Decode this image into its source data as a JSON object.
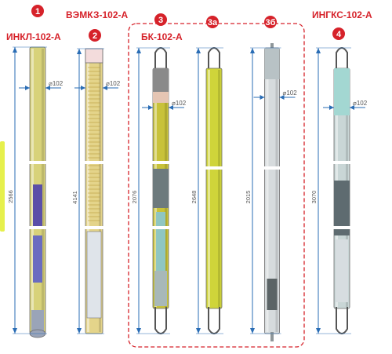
{
  "accent_color": "#d6222a",
  "dimension_color": "#2a6db5",
  "dimension_text_color": "#555555",
  "group_border_color": "#d6222a",
  "side_tab_color": "#e6f04c",
  "tools": [
    {
      "number": "1",
      "name": "ИНКЛ-102-А",
      "length": "2566",
      "diameter": "⌀102",
      "body_color": "#d8d27a"
    },
    {
      "number": "2",
      "name": "ВЭМКЗ-102-А",
      "length": "4141",
      "diameter": "⌀102",
      "body_color": "#e4d48a"
    },
    {
      "number": "3",
      "name": "БК-102-А",
      "length": "2076",
      "diameter": "⌀102",
      "body_color": "#c8c23a"
    },
    {
      "number": "3а",
      "name": "",
      "length": "2648",
      "diameter": "",
      "body_color": "#cfd43a"
    },
    {
      "number": "3б",
      "name": "",
      "length": "2015",
      "diameter": "⌀102",
      "body_color": "#d6dbdd"
    },
    {
      "number": "4",
      "name": "ИНГКС-102-А",
      "length": "3070",
      "diameter": "⌀102",
      "body_color": "#c9d6d6"
    }
  ]
}
